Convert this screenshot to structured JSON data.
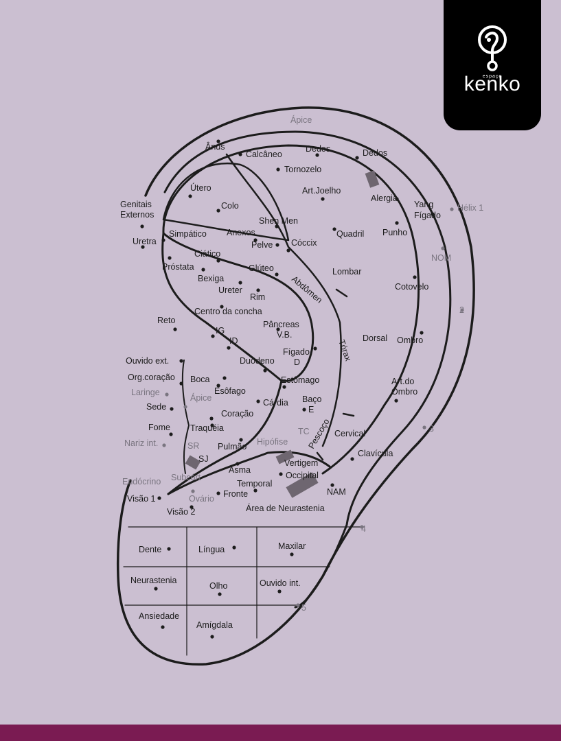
{
  "brand": {
    "prefix": "espaço",
    "name": "kenko"
  },
  "colors": {
    "background": "#cbbfd1",
    "logo_bg": "#000000",
    "footer_bar": "#7a1b52",
    "ink": "#1c1c1c",
    "grey_ink": "#7a7580"
  },
  "points": [
    {
      "label": "Ápice",
      "tone": "grey"
    },
    {
      "label": "Ânus"
    },
    {
      "label": "Calcâneo"
    },
    {
      "label": "Dedos"
    },
    {
      "label": "Dedos"
    },
    {
      "label": "Tornozelo"
    },
    {
      "label": "Útero"
    },
    {
      "label": "Art.Joelho"
    },
    {
      "label": "Alergia"
    },
    {
      "label": "Hélix 1",
      "tone": "grey"
    },
    {
      "label": "Yang"
    },
    {
      "label": "Fígado"
    },
    {
      "label": "Genitais"
    },
    {
      "label": "Externos"
    },
    {
      "label": "Colo"
    },
    {
      "label": "Shen Men"
    },
    {
      "label": "Simpático"
    },
    {
      "label": "Anexos"
    },
    {
      "label": "Quadril"
    },
    {
      "label": "Punho"
    },
    {
      "label": "Uretra"
    },
    {
      "label": "Pelve"
    },
    {
      "label": "Cóccix"
    },
    {
      "label": "NOM",
      "tone": "grey"
    },
    {
      "label": "Ciático"
    },
    {
      "label": "Próstata"
    },
    {
      "label": "Glúteo"
    },
    {
      "label": "Lombar"
    },
    {
      "label": "Bexiga"
    },
    {
      "label": "Ureter"
    },
    {
      "label": "Rim"
    },
    {
      "label": "Abdômen"
    },
    {
      "label": "Cotovelo"
    },
    {
      "label": "Centro da concha"
    },
    {
      "label": "Reto"
    },
    {
      "label": "Pâncreas"
    },
    {
      "label": "V.B."
    },
    {
      "label": "IG"
    },
    {
      "label": "ID"
    },
    {
      "label": "Dorsal"
    },
    {
      "label": "Ombro"
    },
    {
      "label": "Tórax"
    },
    {
      "label": "Ouvido ext."
    },
    {
      "label": "Duodeno"
    },
    {
      "label": "Fígado"
    },
    {
      "label": "D"
    },
    {
      "label": "Org.coração"
    },
    {
      "label": "Boca"
    },
    {
      "label": "Estômago"
    },
    {
      "label": "Art.do"
    },
    {
      "label": "Ombro"
    },
    {
      "label": "Laringe",
      "tone": "grey"
    },
    {
      "label": "Esôfago"
    },
    {
      "label": "Ápice",
      "tone": "grey"
    },
    {
      "label": "Cárdia"
    },
    {
      "label": "Baço"
    },
    {
      "label": "E"
    },
    {
      "label": "Sede"
    },
    {
      "label": "Coração"
    },
    {
      "label": "Fome"
    },
    {
      "label": "Traquéia"
    },
    {
      "label": "TC",
      "tone": "grey"
    },
    {
      "label": "Pescoço"
    },
    {
      "label": "Cervical"
    },
    {
      "label": "3",
      "tone": "grey"
    },
    {
      "label": "Nariz int.",
      "tone": "grey"
    },
    {
      "label": "SR",
      "tone": "grey"
    },
    {
      "label": "Pulmão"
    },
    {
      "label": "Hipófise",
      "tone": "grey"
    },
    {
      "label": "Clavícula"
    },
    {
      "label": "SJ"
    },
    {
      "label": "Vertigem"
    },
    {
      "label": "Asma"
    },
    {
      "label": "Occipital"
    },
    {
      "label": "Endócrino",
      "tone": "grey"
    },
    {
      "label": "Subcórt",
      "tone": "grey"
    },
    {
      "label": "Temporal"
    },
    {
      "label": "NAM"
    },
    {
      "label": "Visão 1"
    },
    {
      "label": "Ovário",
      "tone": "grey"
    },
    {
      "label": "Fronte"
    },
    {
      "label": "Visão 2"
    },
    {
      "label": "Área de Neurastenia"
    },
    {
      "label": "4",
      "tone": "grey"
    },
    {
      "label": "Dente"
    },
    {
      "label": "Língua"
    },
    {
      "label": "Maxilar"
    },
    {
      "label": "Neurastenia"
    },
    {
      "label": "Olho"
    },
    {
      "label": "Ouvido int."
    },
    {
      "label": "5",
      "tone": "grey"
    },
    {
      "label": "Ansiedade"
    },
    {
      "label": "Amígdala"
    },
    {
      "label": "2",
      "tone": "grey"
    }
  ]
}
